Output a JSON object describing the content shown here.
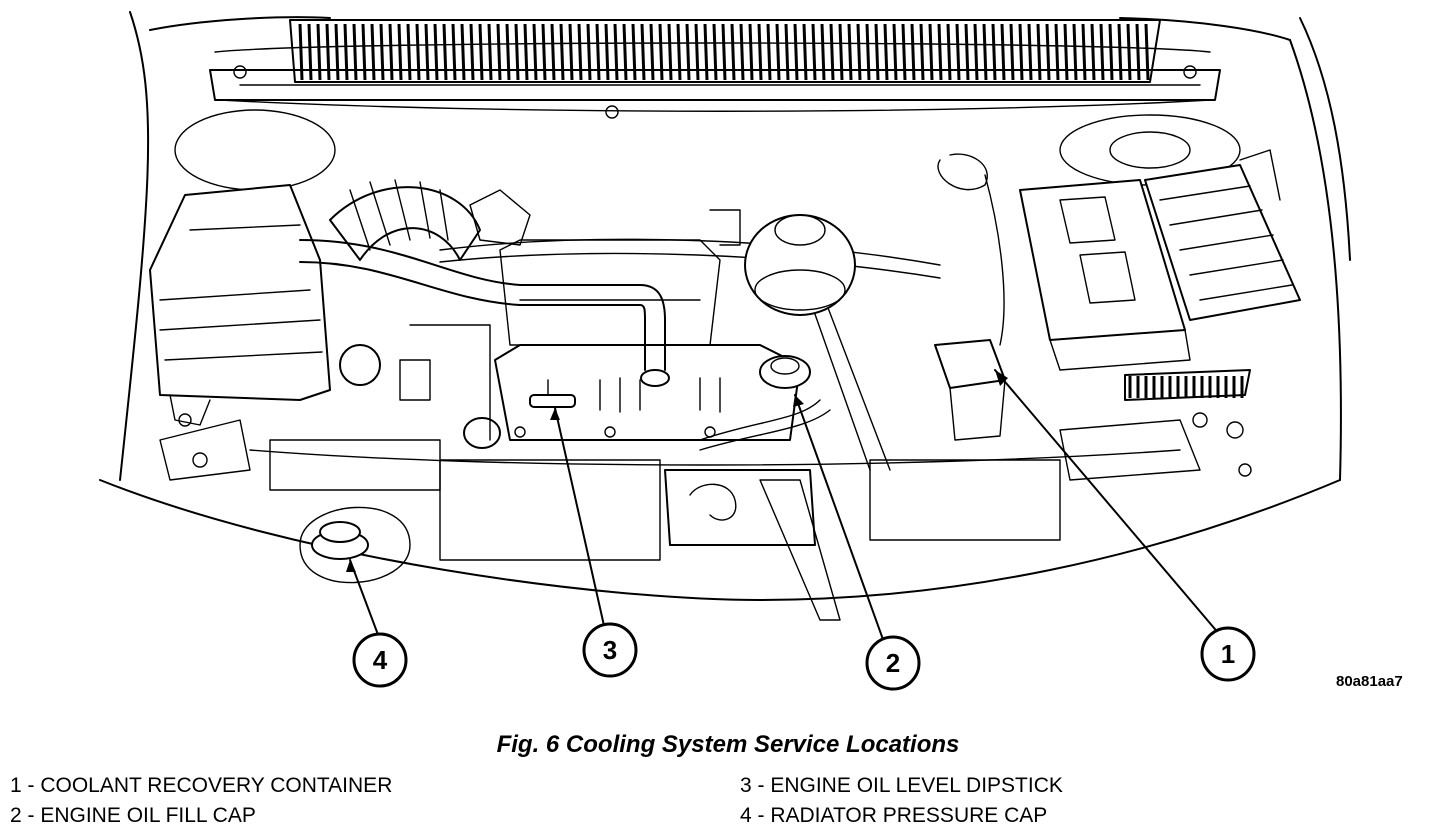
{
  "figure": {
    "code": "80a81aa7",
    "caption": "Fig. 6 Cooling System Service Locations"
  },
  "callouts": [
    {
      "number": "1"
    },
    {
      "number": "2"
    },
    {
      "number": "3"
    },
    {
      "number": "4"
    }
  ],
  "legend": [
    {
      "text": "1 - COOLANT RECOVERY CONTAINER"
    },
    {
      "text": "2 - ENGINE OIL FILL CAP"
    },
    {
      "text": "3 - ENGINE OIL LEVEL DIPSTICK"
    },
    {
      "text": "4 - RADIATOR PRESSURE CAP"
    }
  ]
}
